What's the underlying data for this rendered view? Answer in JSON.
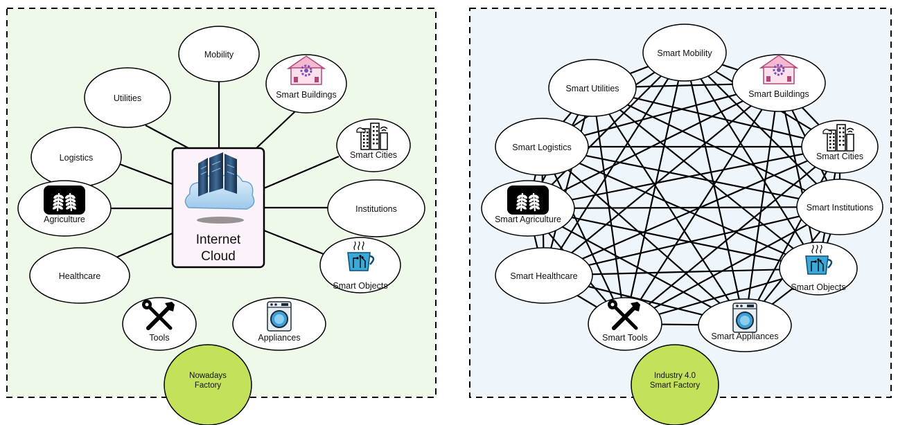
{
  "left_panel": {
    "center_label_line1": "Internet",
    "center_label_line2": "Cloud",
    "factory_line1": "Nowadays",
    "factory_line2": "Factory",
    "nodes": [
      {
        "label": "Mobility",
        "icon": ""
      },
      {
        "label": "Utilities",
        "icon": ""
      },
      {
        "label": "Smart Buildings",
        "icon": "building-gear-icon"
      },
      {
        "label": "Logistics",
        "icon": ""
      },
      {
        "label": "Smart Cities",
        "icon": "city-icon"
      },
      {
        "label": "Agriculture",
        "icon": "wheat-icon"
      },
      {
        "label": "Institutions",
        "icon": ""
      },
      {
        "label": "Smart Objects",
        "icon": "smart-cup-icon"
      },
      {
        "label": "Healthcare",
        "icon": ""
      },
      {
        "label": "Tools",
        "icon": "tools-icon"
      },
      {
        "label": "Appliances",
        "icon": "washing-machine-icon"
      }
    ]
  },
  "right_panel": {
    "factory_line1": "Industry 4.0",
    "factory_line2": "Smart Factory",
    "nodes": [
      {
        "label": "Smart Mobility",
        "icon": ""
      },
      {
        "label": "Smart Buildings",
        "icon": "building-gear-icon"
      },
      {
        "label": "Smart Cities",
        "icon": "city-icon"
      },
      {
        "label": "Smart Institutions",
        "icon": ""
      },
      {
        "label": "Smart Objects",
        "icon": "smart-cup-icon"
      },
      {
        "label": "Smart Appliances",
        "icon": "washing-machine-icon"
      },
      {
        "label": "Smart Tools",
        "icon": "tools-icon"
      },
      {
        "label": "Smart Healthcare",
        "icon": ""
      },
      {
        "label": "Smart Agriculture",
        "icon": "wheat-icon"
      },
      {
        "label": "Smart Logistics",
        "icon": ""
      },
      {
        "label": "Smart Utilities",
        "icon": ""
      }
    ]
  },
  "colors": {
    "left_bg": "#eef9ea",
    "right_bg": "#eef5fb",
    "factory_fill": "#c3e25a",
    "center_fill": "#fbf2fa",
    "edge": "#000000"
  }
}
